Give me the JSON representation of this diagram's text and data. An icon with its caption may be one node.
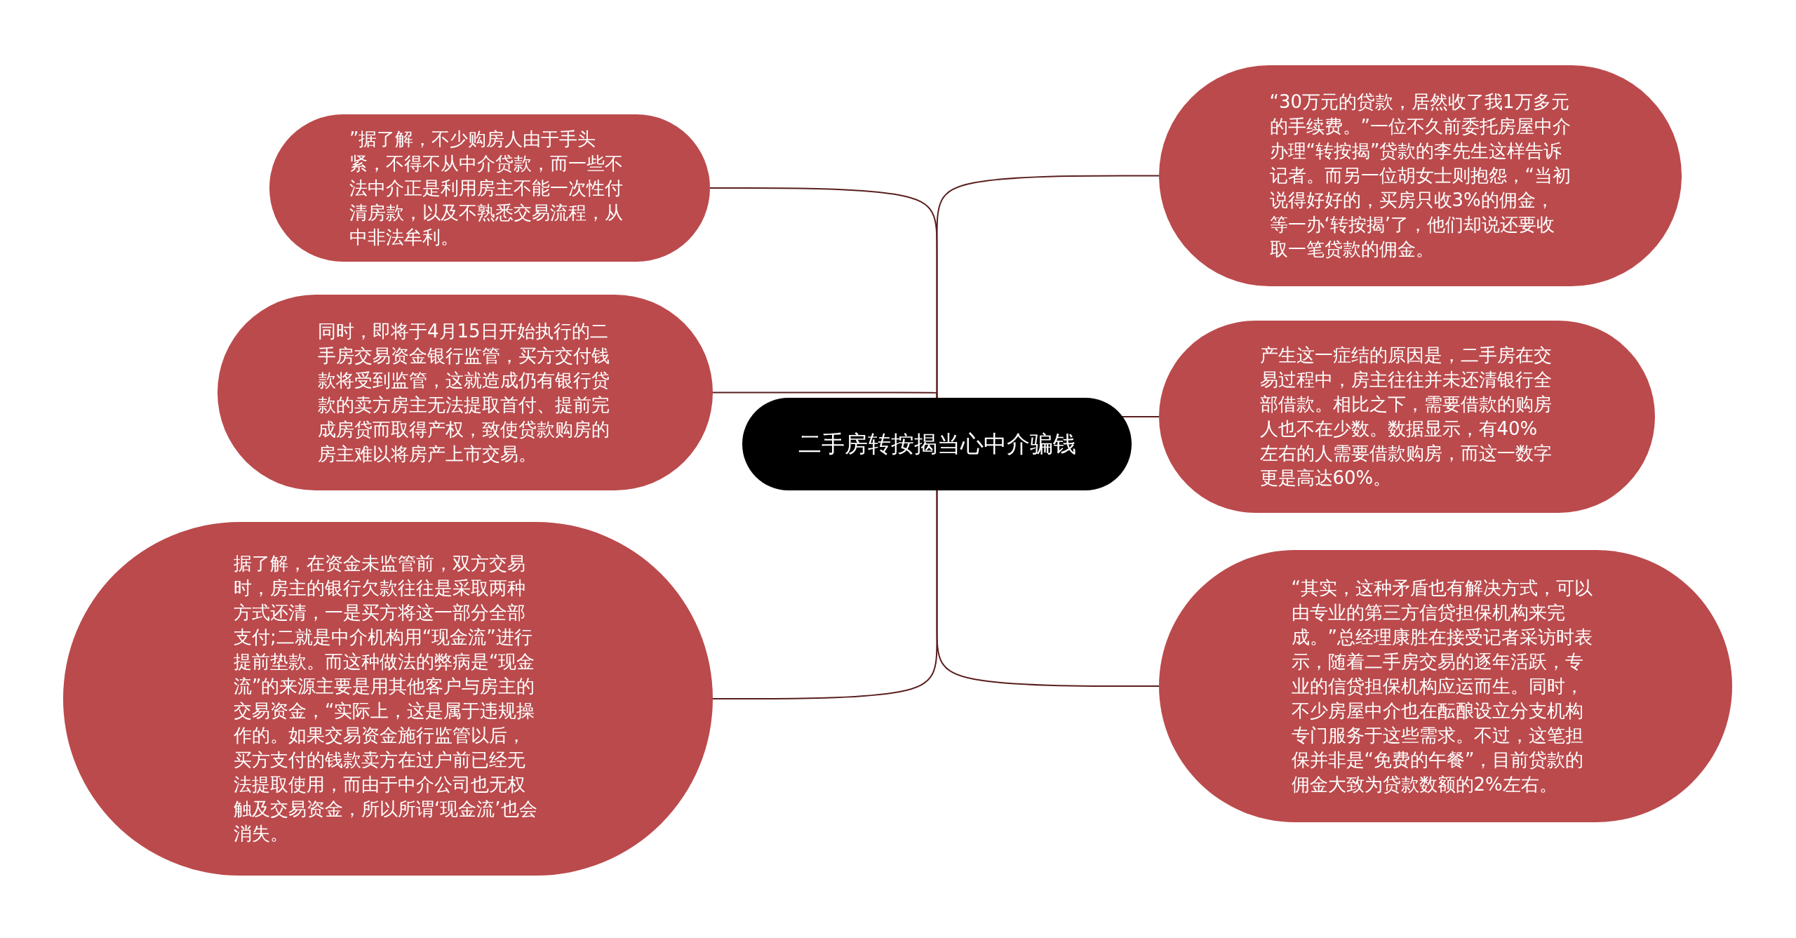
{
  "diagram": {
    "nodes": [
      {
        "text": [
          "二手房转按揭当心中介骗钱"
        ]
      },
      {
        "text": [
          "”据了解，不少购房人由于手头紧，不得不从中介贷款，而一些不法中介正是利用房主不能一次性付清房款，以及不熟悉交易流程，从中非法牟利。"
        ]
      },
      {
        "text": [
          "同时，即将于4月15日开始执行的二手房交易资金银行监管，买方交付钱款将受到监管，这就造成仍有银行贷款的卖方房主无法提取首付、提前完成房贷而取得产权，致使贷款购房的房主难以将房产上市交易。"
        ]
      },
      {
        "text": [
          "据了解，在资金未监管前，双方交易时，房主的银行欠款往往是采取两种方式还清，一是买方将这一部分全部支付;二就是中介机构用“现金流”进行提前垫款。而这种做法的弊病是“现金流”的来源主要是用其他客户与房主的交易资金，“实际上，这是属于违规操作的。如果交易资金施行监管以后，买方支付的钱款卖方在过户前已经无法提取使用，而由于中介公司也无权触及交易资金，所以所谓‘现金流’也会消失。"
        ]
      },
      {
        "text": [
          "“30万元的贷款，居然收了我1万多元的手续费。”一位不久前委托房屋中介办理“转按揭”贷款的李先生这样告诉记者。而另一位胡女士则抱怨，“当初说得好好的，买房只收3%的佣金，等一办‘转按揭’了，他们却说还要收取一笔贷款的佣金。"
        ]
      },
      {
        "text": [
          "产生这一症结的原因是，二手房在交易过程中，房主往往并未还清银行全部借款。相比之下，需要借款的购房人也不在少数。数据显示，有40%左右的人需要借款购房，而这一数字更是高达60%。"
        ]
      },
      {
        "text": [
          "“其实，这种矛盾也有解决方式，可以由专业的第三方信贷担保机构来完成。”总经理康胜在接受记者采访时表示，随着二手房交易的逐年活跃，专业的信贷担保机构应运而生。同时，不少房屋中介也在酝酿设立分支机构专门服务于这些需求。不过，这笔担保并非是“免费的午餐”，目前贷款的佣金大致为贷款数额的2%左右。"
        ]
      }
    ],
    "edges": [
      {
        "from": 0,
        "to": 1,
        "arrow": "none"
      },
      {
        "from": 0,
        "to": 2,
        "arrow": "none"
      },
      {
        "from": 0,
        "to": 3,
        "arrow": "none"
      },
      {
        "from": 0,
        "to": 4,
        "arrow": "none"
      },
      {
        "from": 0,
        "to": 5,
        "arrow": "none"
      },
      {
        "from": 0,
        "to": 6,
        "arrow": "none"
      }
    ]
  }
}
